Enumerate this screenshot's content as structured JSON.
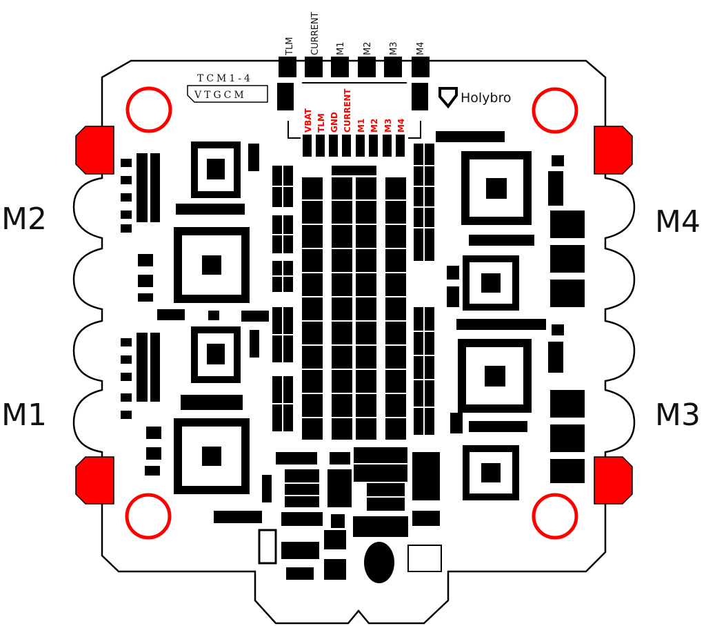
{
  "sides": {
    "left_top": "M2",
    "left_bottom": "M1",
    "right_top": "M4",
    "right_bottom": "M3"
  },
  "top_pins": [
    "TLM",
    "CURRENT",
    "M1",
    "M2",
    "M3",
    "M4"
  ],
  "red_pins": [
    "VBAT",
    "TLM",
    "GND",
    "CURRENT",
    "M1",
    "M2",
    "M3",
    "M4"
  ],
  "silk": {
    "line1": "TCM1-4",
    "line2": "VTGCM"
  },
  "brand": {
    "name": "Holybro"
  },
  "colors": {
    "pad_red": "#ff0000",
    "ink": "#000000"
  }
}
